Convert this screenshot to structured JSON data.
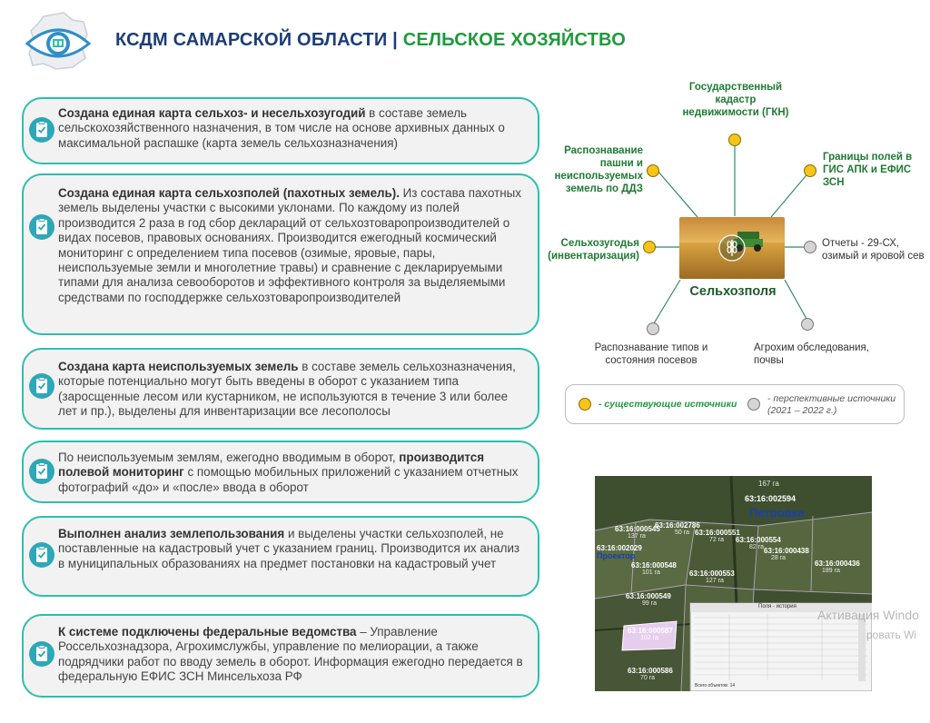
{
  "header": {
    "title_main": "КСДМ САМАРСКОЙ ОБЛАСТИ",
    "title_separator": " | ",
    "title_sub": "СЕЛЬСКОЕ ХОЗЯЙСТВО",
    "logo_icon": "region-eye-logo"
  },
  "cards": [
    {
      "bold": "Создана единая карта сельхоз- и несельхозугодий",
      "text": " в составе земель сельскохозяйственного назначения, в том числе на основе архивных данных о максимальной распашке (карта земель сельхозназначения)",
      "icon": "clipboard-check-icon"
    },
    {
      "bold": "Создана единая карта сельхозполей (пахотных земель).",
      "text": " Из состава пахотных земель выделены участки с высокими уклонами. По каждому из полей производится 2 раза в год сбор деклараций от сельхозтоваропроизводителей о видах посевов, правовых основаниях. Производится ежегодный космический мониторинг с определением типа посевов (озимые, яровые, пары, неиспользуемые земли и многолетние травы) и сравнение с декларируемыми типами для анализа севооборотов и эффективного контроля за выделяемыми средствами по господдержке сельхозтоваропроизводителей",
      "icon": "clipboard-check-icon"
    },
    {
      "bold": "Создана карта неиспользуемых земель",
      "text": " в составе земель сельхозназначения, которые потенциально могут быть введены в оборот с указанием типа (заросщенные лесом или кустарником, не используются в течение 3 или более лет и пр.), выделены для инвентаризации все лесополосы",
      "icon": "clipboard-check-icon"
    },
    {
      "pre": "По неиспользуемым землям, ежегодно вводимым в оборот, ",
      "bold": "производится полевой мониторинг",
      "text": " с помощью мобильных приложений с указанием отчетных фотографий «до» и «после» ввода в оборот",
      "icon": "clipboard-check-icon"
    },
    {
      "bold": "Выполнен анализ землепользования",
      "text": " и выделены участки сельхозполей, не поставленные на кадастровый учет с указанием границ. Производится их анализ в муниципальных образованиях на предмет постановки на кадастровый учет",
      "icon": "clipboard-check-icon"
    },
    {
      "bold": "К системе подключены федеральные ведомства",
      "text": " – Управление Россельхознадзора, Агрохимслужбы, управление по мелиорации, а также подрядчики работ по вводу земель в оборот. Информация ежегодно передается в федеральную ЕФИС ЗСН Минсельхоза РФ",
      "icon": "clipboard-check-icon"
    }
  ],
  "diagram": {
    "center_label": "Сельхозполя",
    "center_icon": "wheat-icon",
    "existing_sources": [
      "Государственный кадастр недвижимости (ГКН)",
      "Распознавание пашни и неиспользуемых земель по ДДЗ",
      "Границы полей в ГИС АПК и ЕФИС ЗСН",
      "Сельхозугодья (инвентаризация)"
    ],
    "prospective_sources": [
      "Отчеты - 29-СХ, озимый и яровой сев",
      "Распознавание типов и состояния посевов",
      "Агрохим обследования, почвы"
    ],
    "legend": {
      "existing": "- существующие источники",
      "prospective_line1": "- перспективные источники",
      "prospective_line2": "(2021 – 2022 г.)"
    },
    "colors": {
      "existing": "#f5c518",
      "prospective": "#d5d5d5",
      "accent": "#2bbfae"
    }
  },
  "map": {
    "place": "Петровка",
    "projector": "Проектор",
    "parcels": [
      {
        "id": "63:16:002594",
        "area": "167 га"
      },
      {
        "id": "63:16:002786",
        "area": "50 га"
      },
      {
        "id": "63:16:000551",
        "area": "72 га"
      },
      {
        "id": "63:16:000554",
        "area": "82 га"
      },
      {
        "id": "63:16:000438",
        "area": "28 га"
      },
      {
        "id": "63:16:000545",
        "area": "137 га"
      },
      {
        "id": "63:16:002029",
        "area": ""
      },
      {
        "id": "63:16:000548",
        "area": "101 га"
      },
      {
        "id": "63:16:000553",
        "area": "127 га"
      },
      {
        "id": "63:16:000436",
        "area": "189 га"
      },
      {
        "id": "63:16:000549",
        "area": "99 га"
      },
      {
        "id": "63:16:000587",
        "area": "102 га"
      },
      {
        "id": "63:16:000586",
        "area": "70 га"
      }
    ],
    "dialog_title": "Поля - история",
    "dialog_footer": "Всего объектов: 14"
  },
  "watermark": {
    "line1": "Активация Windo",
    "line2": "ровать Wi"
  }
}
